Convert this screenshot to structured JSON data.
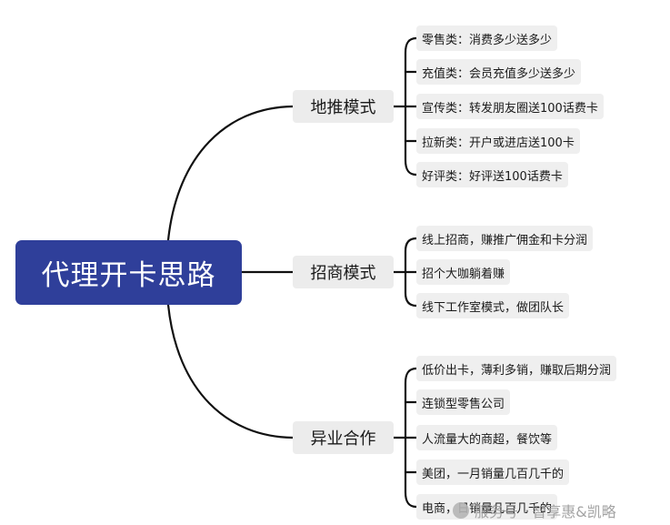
{
  "root": {
    "label": "代理开卡思路"
  },
  "branches": [
    {
      "label": "地推模式",
      "items": [
        "零售类：消费多少送多少",
        "充值类：会员充值多少送多少",
        "宣传类：转发朋友圈送100话费卡",
        "拉新类：开户或进店送100卡",
        "好评类：好评送100话费卡"
      ]
    },
    {
      "label": "招商模式",
      "items": [
        "线上招商，赚推广佣金和卡分润",
        "招个大咖躺着赚",
        "线下工作室模式，做团队长"
      ]
    },
    {
      "label": "异业合作",
      "items": [
        "低价出卡，薄利多销，赚取后期分润",
        "连锁型零售公司",
        "人流量大的商超，餐饮等",
        "美团，一月销量几百几千的",
        "电商，日销量几百几千的"
      ]
    }
  ],
  "watermark": {
    "text": "服务号 · 智享惠&凯略"
  },
  "colors": {
    "root_fill": "#2f3f9a",
    "branch_fill": "#ececec",
    "leaf_fill": "#efefef",
    "line": "#111111"
  }
}
